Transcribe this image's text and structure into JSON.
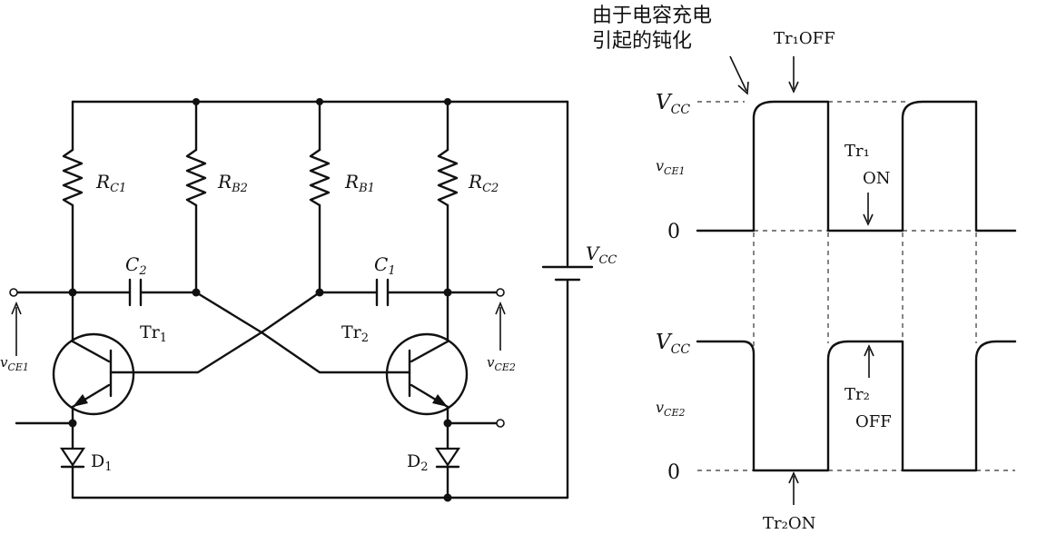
{
  "circuit": {
    "resistors": [
      {
        "name": "R",
        "sub": "C1"
      },
      {
        "name": "R",
        "sub": "B2"
      },
      {
        "name": "R",
        "sub": "B1"
      },
      {
        "name": "R",
        "sub": "C2"
      }
    ],
    "capacitors": [
      {
        "name": "C",
        "sub": "2"
      },
      {
        "name": "C",
        "sub": "1"
      }
    ],
    "transistors": [
      {
        "name": "Tr",
        "sub": "1"
      },
      {
        "name": "Tr",
        "sub": "2"
      }
    ],
    "diodes": [
      {
        "name": "D",
        "sub": "1"
      },
      {
        "name": "D",
        "sub": "2"
      }
    ],
    "supply": {
      "name": "V",
      "sub": "CC"
    },
    "outputs": [
      {
        "name": "v",
        "sub": "CE1"
      },
      {
        "name": "v",
        "sub": "CE2"
      }
    ]
  },
  "waveforms": {
    "annotation_line1": "由于电容充电",
    "annotation_line2": "引起的钝化",
    "top": {
      "vcc_label": "V",
      "vcc_sub": "CC",
      "zero_label": "0",
      "signal_label": "v",
      "signal_sub": "CE1",
      "note_off": "Tr₁OFF",
      "note_on_line1": "Tr₁",
      "note_on_line2": "ON"
    },
    "bottom": {
      "vcc_label": "V",
      "vcc_sub": "CC",
      "zero_label": "0",
      "signal_label": "v",
      "signal_sub": "CE2",
      "note_off_line1": "Tr₂",
      "note_off_line2": "OFF",
      "note_on": "Tr₂ON"
    }
  }
}
